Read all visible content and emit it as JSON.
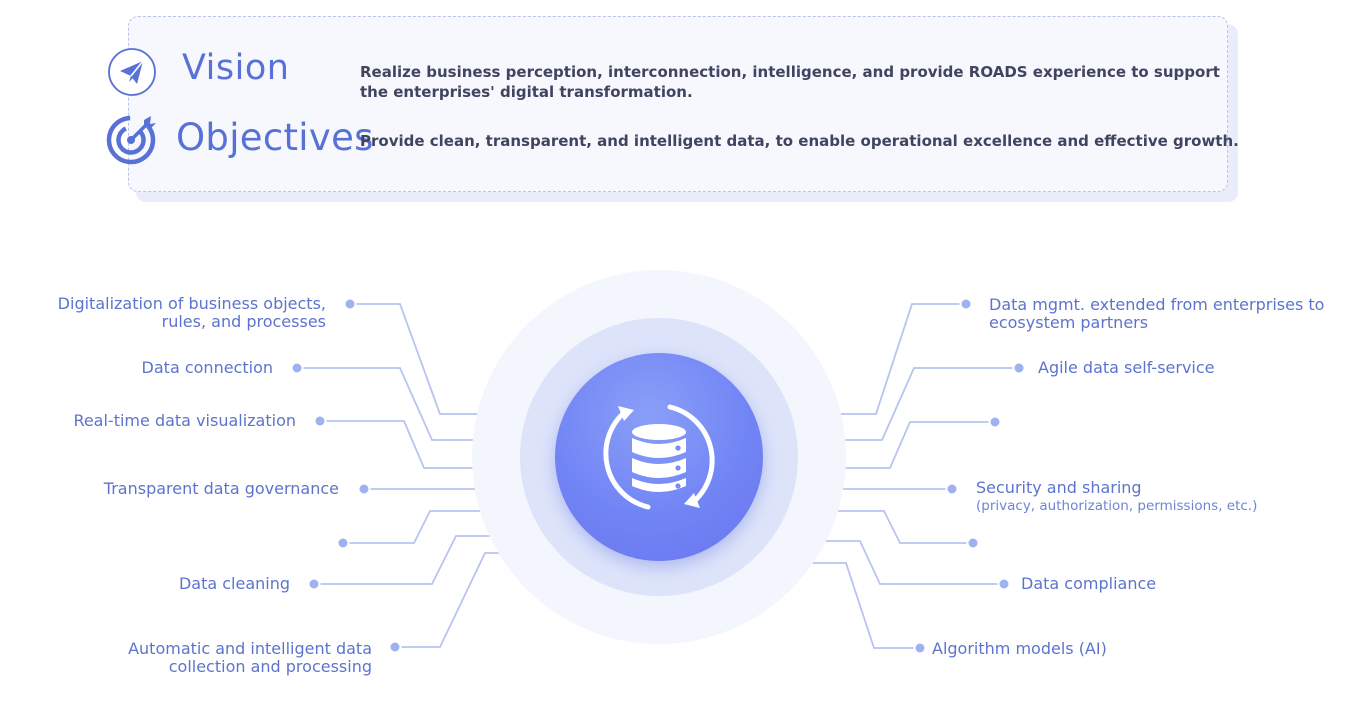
{
  "panel": {
    "vision": {
      "title": "Vision",
      "icon": "paper-plane-icon",
      "text_line1": "Realize business perception, interconnection, intelligence, and provide ROADS experience to support",
      "text_line2": "the enterprises' digital transformation."
    },
    "objectives": {
      "title": "Objectives",
      "icon": "target-icon",
      "text": "Provide clean, transparent, and intelligent data, to enable operational excellence and effective growth."
    }
  },
  "hub": {
    "icon": "database-sync-icon"
  },
  "left_items": [
    {
      "line1": "Digitalization of business objects,",
      "line2": "rules, and processes"
    },
    {
      "line1": "Data connection"
    },
    {
      "line1": "Real-time data visualization"
    },
    {
      "line1": "Transparent data governance"
    },
    {
      "line1": ""
    },
    {
      "line1": "Data cleaning"
    },
    {
      "line1": "Automatic and intelligent data",
      "line2": "collection and processing"
    }
  ],
  "right_items": [
    {
      "line1": "Data mgmt. extended from enterprises to",
      "line2": "ecosystem partners"
    },
    {
      "line1": "Agile data self-service"
    },
    {
      "line1": ""
    },
    {
      "line1": "Security and sharing",
      "sub": "(privacy, authorization, permissions, etc.)"
    },
    {
      "line1": ""
    },
    {
      "line1": "Data compliance"
    },
    {
      "line1": "Algorithm models (AI)"
    }
  ],
  "colors": {
    "accent": "#5871d6",
    "label": "#5c74cf",
    "connector": "#b7c4ef",
    "dot": "#9fb2f0",
    "hub_core": "#7184f5"
  }
}
